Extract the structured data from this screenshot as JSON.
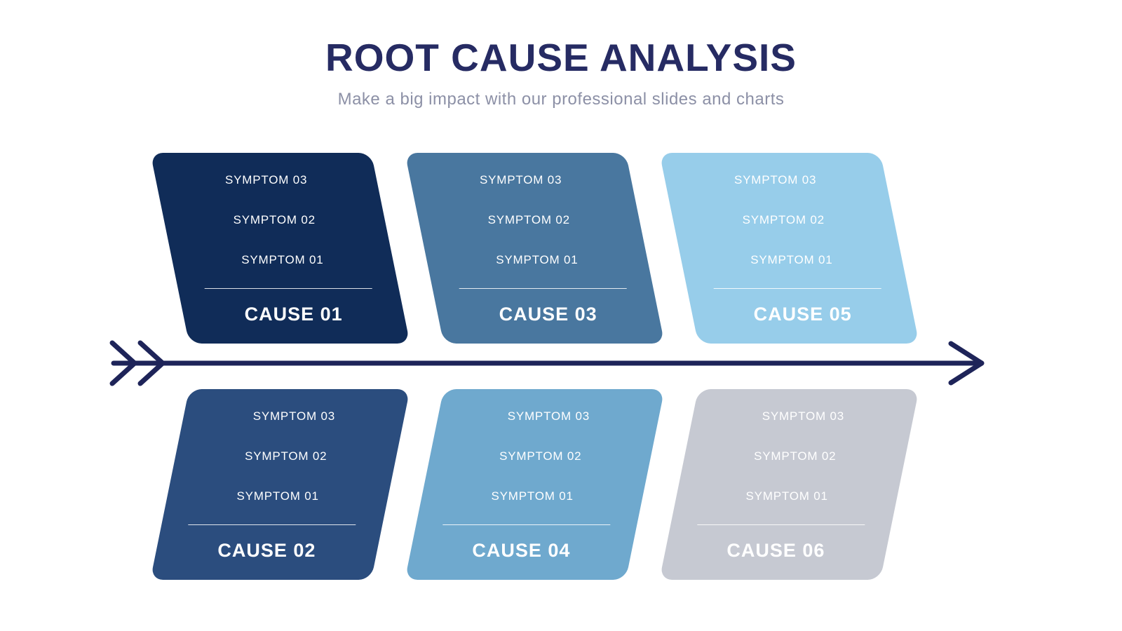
{
  "header": {
    "title": "ROOT CAUSE ANALYSIS",
    "subtitle": "Make a big impact with our professional slides and charts"
  },
  "colors": {
    "title": "#262b63",
    "subtitle": "#8c90a6",
    "arrow": "#1e2459",
    "card-text": "#ffffff"
  },
  "rows": {
    "top": [
      {
        "cause": "CAUSE 01",
        "color": "#102c58",
        "symptoms": [
          "SYMPTOM 03",
          "SYMPTOM 02",
          "SYMPTOM 01"
        ]
      },
      {
        "cause": "CAUSE 03",
        "color": "#49779f",
        "symptoms": [
          "SYMPTOM 03",
          "SYMPTOM 02",
          "SYMPTOM 01"
        ]
      },
      {
        "cause": "CAUSE 05",
        "color": "#97cdea",
        "symptoms": [
          "SYMPTOM 03",
          "SYMPTOM 02",
          "SYMPTOM 01"
        ]
      }
    ],
    "bottom": [
      {
        "cause": "CAUSE 02",
        "color": "#2b4d7e",
        "symptoms": [
          "SYMPTOM 03",
          "SYMPTOM 02",
          "SYMPTOM 01"
        ]
      },
      {
        "cause": "CAUSE 04",
        "color": "#6fa9ce",
        "symptoms": [
          "SYMPTOM 03",
          "SYMPTOM 02",
          "SYMPTOM 01"
        ]
      },
      {
        "cause": "CAUSE 06",
        "color": "#c6c9d2",
        "symptoms": [
          "SYMPTOM 03",
          "SYMPTOM 02",
          "SYMPTOM 01"
        ]
      }
    ]
  }
}
